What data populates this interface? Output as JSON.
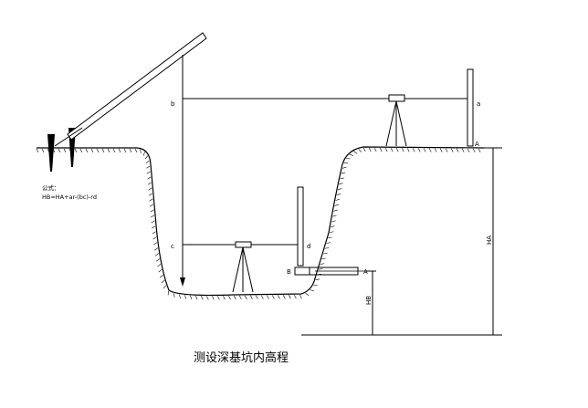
{
  "labels": {
    "a": "a",
    "b": "b",
    "c": "c",
    "d": "d",
    "A": "A",
    "B": "B",
    "HA": "HA",
    "HB": "HB"
  },
  "formula": {
    "heading": "公式：",
    "equation": "HB=HA+ar-(bc)-rd"
  },
  "caption": "测设深基坑内高程",
  "colors": {
    "line": "#000000",
    "background": "#ffffff"
  }
}
